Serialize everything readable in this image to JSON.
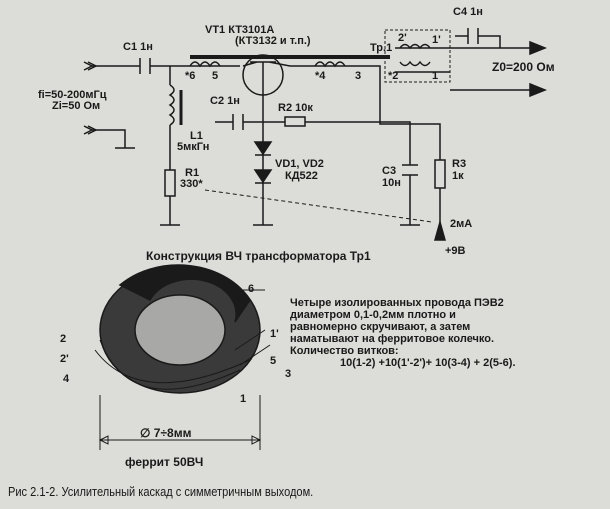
{
  "labels": {
    "vt1": "VT1  КТ3101А",
    "vt1_alt": "(КТ3132 и т.п.)",
    "c1": "C1  1н",
    "c4": "C4  1н",
    "tr1": "Тр.1",
    "p2p": "2'",
    "p1p": "1'",
    "p6": "*6",
    "p5": "5",
    "p4": "*4",
    "p3": "3",
    "p2": "*2",
    "p1": "1",
    "z0": "Z0=200 Ом",
    "fi": "fi=50-200мГц",
    "zi": "Zi=50 Ом",
    "c2": "C2  1н",
    "r2": "R2  10к",
    "l1": "L1",
    "l1v": "5мкГн",
    "r1": "R1",
    "r1v": "330*",
    "vd": "VD1, VD2",
    "vdv": "КД522",
    "c3": "C3",
    "c3v": "10н",
    "r3": "R3",
    "r3v": "1к",
    "ma": "2мА",
    "vcc": "+9В"
  },
  "construction": {
    "title": "Конструкция ВЧ трансформатора Тр1",
    "pins": [
      "6",
      "2",
      "2'",
      "4",
      "1'",
      "5",
      "3",
      "1"
    ],
    "diameter": "∅ 7÷8мм",
    "ferrite": "феррит 50ВЧ",
    "desc": [
      "Четыре изолированных провода ПЭВ2",
      "диаметром 0,1-0,2мм плотно и",
      "равномерно скручивают, а затем",
      "наматывают на ферритовое колечко.",
      "Количество витков:",
      "10(1-2) +10(1'-2')+  10(3-4) + 2(5-6)."
    ]
  },
  "caption": "Рис  2.1-2.     Усилительный каскад с симметричным выходом."
}
